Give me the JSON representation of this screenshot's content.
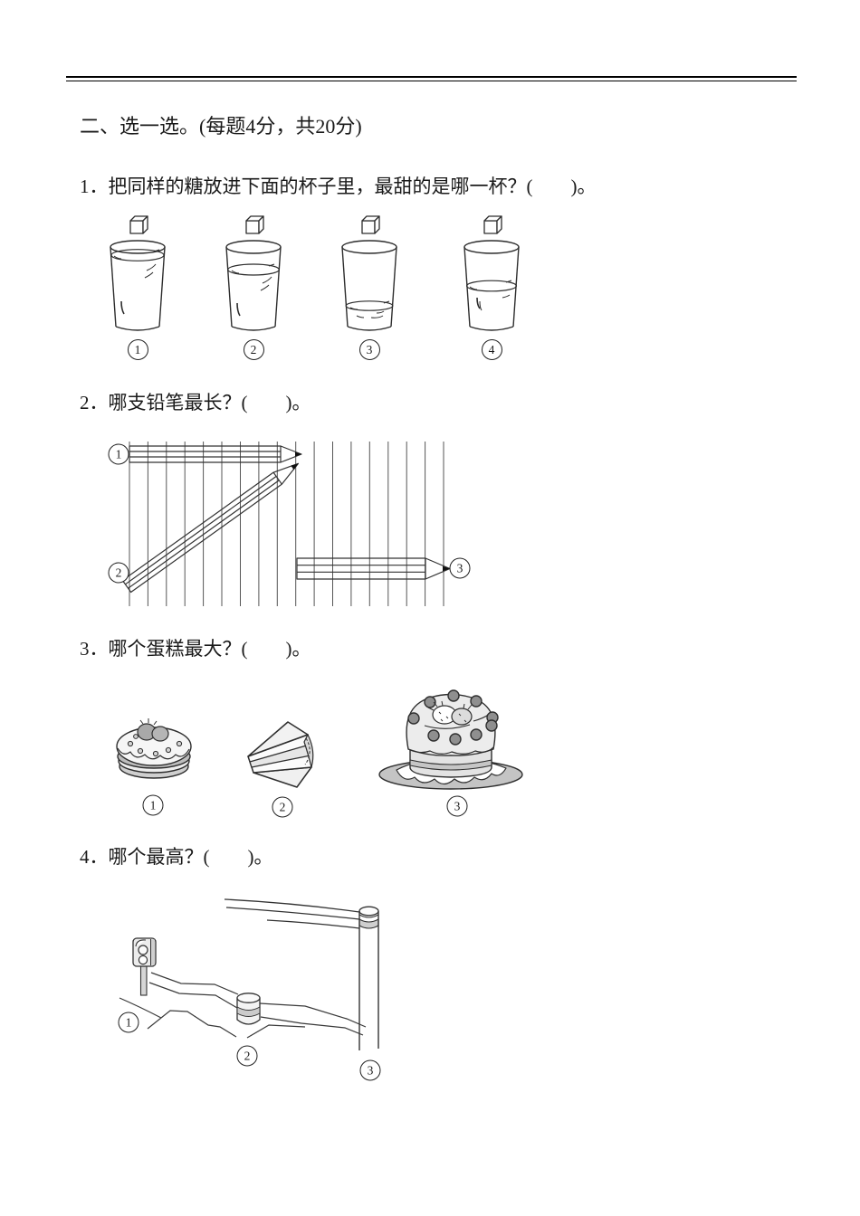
{
  "page": {
    "background": "#ffffff",
    "text_color": "#1a1a1a",
    "rule_color": "#000000"
  },
  "section": {
    "title": "二、选一选。(每题4分，共20分)"
  },
  "questions": {
    "q1": {
      "text": "1．把同样的糖放进下面的杯子里，最甜的是哪一杯？(　　)。"
    },
    "q2": {
      "text": "2．哪支铅笔最长？(　　)。"
    },
    "q3": {
      "text": "3．哪个蛋糕最大？(　　)。"
    },
    "q4": {
      "text": "4．哪个最高？(　　)。"
    }
  },
  "figures": {
    "cups": {
      "description": "four glasses of water with identical sugar cubes above them",
      "options": [
        {
          "label": "1",
          "water_fill": 0.88
        },
        {
          "label": "2",
          "water_fill": 0.7
        },
        {
          "label": "3",
          "water_fill": 0.25
        },
        {
          "label": "4",
          "water_fill": 0.5
        }
      ]
    },
    "pencils": {
      "description": "three pencils drawn over a fence of evenly spaced vertical lines",
      "options": [
        {
          "label": "1",
          "orientation": "horizontal, top left"
        },
        {
          "label": "2",
          "orientation": "diagonal, lower-left to upper-right"
        },
        {
          "label": "3",
          "orientation": "horizontal, lower right"
        }
      ]
    },
    "cakes": {
      "description": "three cakes of different sizes",
      "options": [
        {
          "label": "1",
          "type": "small oval cake with strawberries"
        },
        {
          "label": "2",
          "type": "single slice of layered cake"
        },
        {
          "label": "3",
          "type": "large round cake on a plate"
        }
      ]
    },
    "height_scene": {
      "description": "street scene comparing heights",
      "options": [
        {
          "label": "1",
          "type": "traffic light"
        },
        {
          "label": "2",
          "type": "short drum / pile"
        },
        {
          "label": "3",
          "type": "tall wire pole"
        }
      ]
    }
  }
}
